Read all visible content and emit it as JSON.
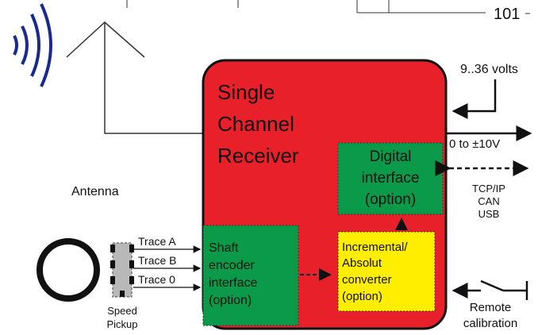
{
  "page_number": "101",
  "receiver": {
    "title_line1": "Single",
    "title_line2": "Channel",
    "title_line3": "Receiver",
    "fill_color": "#e8202a"
  },
  "digital_interface": {
    "line1": "Digital",
    "line2": "interface",
    "line3": "(option)",
    "fill_color": "#0a9a4a"
  },
  "shaft_encoder": {
    "line1": "Shaft",
    "line2": "encoder",
    "line3": "interface",
    "line4": "(option)",
    "fill_color": "#0a9a4a"
  },
  "converter": {
    "line1": "Incremental/",
    "line2": "Absolut",
    "line3": "converter",
    "line4": "(option)",
    "fill_color": "#ffee00"
  },
  "power": {
    "label": "9..36 volts"
  },
  "analog_output": {
    "label": "0 to ±10V"
  },
  "comm": {
    "line1": "TCP/IP",
    "line2": "CAN",
    "line3": "USB"
  },
  "antenna": {
    "label": "Antenna",
    "wave_color": "#1a2a8c"
  },
  "traces": {
    "trace_a": "Trace A",
    "trace_b": "Trace B",
    "trace_0": "Trace 0"
  },
  "speed_pickup": {
    "line1": "Speed",
    "line2": "Pickup"
  },
  "remote_calibration": {
    "line1": "Remote",
    "line2": "calibration"
  }
}
